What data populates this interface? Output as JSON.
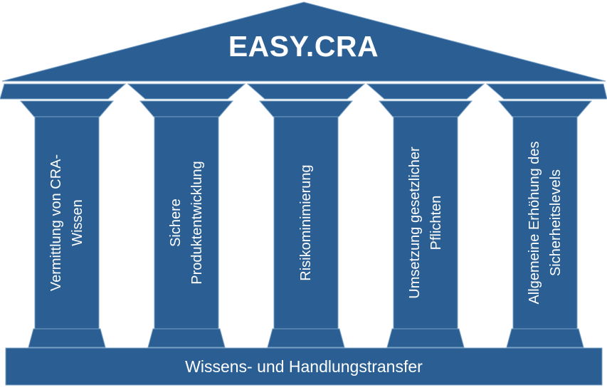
{
  "diagram": {
    "title": "EASY.CRA",
    "pillars": [
      {
        "label": "Vermittlung von CRA-\nWissen"
      },
      {
        "label": "Sichere\nProduktentwicklung"
      },
      {
        "label": "Risikominimierung"
      },
      {
        "label": "Umsetzung gesetzlicher\nPflichten"
      },
      {
        "label": "Allgemeine Erhöhung des\nSicherheitslevels"
      }
    ],
    "base_label": "Wissens- und Handlungstransfer",
    "colors": {
      "fill": "#2b5f94",
      "outline": "#7aa0c6",
      "text": "#ffffff",
      "background": "#ffffff"
    }
  }
}
